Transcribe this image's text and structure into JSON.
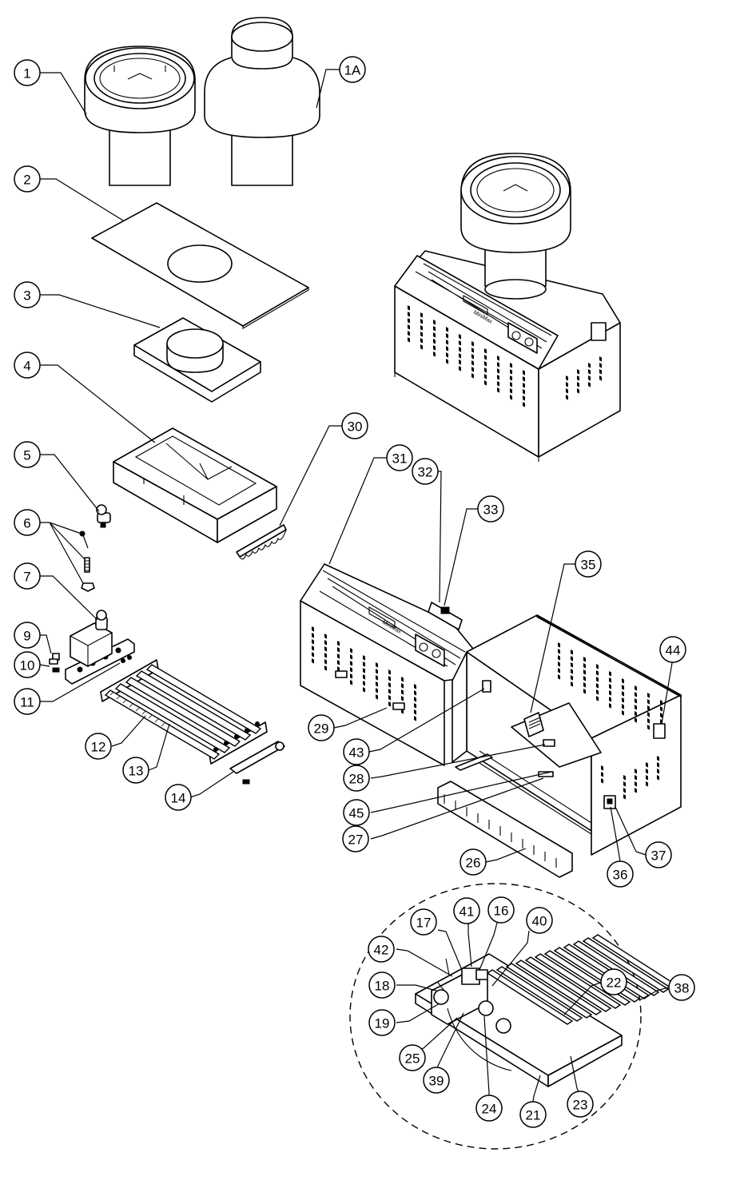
{
  "callouts": [
    {
      "id": "c1",
      "label": "1"
    },
    {
      "id": "c1a",
      "label": "1A"
    },
    {
      "id": "c2",
      "label": "2"
    },
    {
      "id": "c3",
      "label": "3"
    },
    {
      "id": "c4",
      "label": "4"
    },
    {
      "id": "c5",
      "label": "5"
    },
    {
      "id": "c6",
      "label": "6"
    },
    {
      "id": "c7",
      "label": "7"
    },
    {
      "id": "c9",
      "label": "9"
    },
    {
      "id": "c10",
      "label": "10"
    },
    {
      "id": "c11",
      "label": "11"
    },
    {
      "id": "c12",
      "label": "12"
    },
    {
      "id": "c13",
      "label": "13"
    },
    {
      "id": "c14",
      "label": "14"
    },
    {
      "id": "c16",
      "label": "16"
    },
    {
      "id": "c17",
      "label": "17"
    },
    {
      "id": "c18",
      "label": "18"
    },
    {
      "id": "c19",
      "label": "19"
    },
    {
      "id": "c21",
      "label": "21"
    },
    {
      "id": "c22",
      "label": "22"
    },
    {
      "id": "c23",
      "label": "23"
    },
    {
      "id": "c24",
      "label": "24"
    },
    {
      "id": "c25",
      "label": "25"
    },
    {
      "id": "c26",
      "label": "26"
    },
    {
      "id": "c27",
      "label": "27"
    },
    {
      "id": "c28",
      "label": "28"
    },
    {
      "id": "c29",
      "label": "29"
    },
    {
      "id": "c30",
      "label": "30"
    },
    {
      "id": "c31",
      "label": "31"
    },
    {
      "id": "c32",
      "label": "32"
    },
    {
      "id": "c33",
      "label": "33"
    },
    {
      "id": "c35",
      "label": "35"
    },
    {
      "id": "c36",
      "label": "36"
    },
    {
      "id": "c37",
      "label": "37"
    },
    {
      "id": "c38",
      "label": "38"
    },
    {
      "id": "c39",
      "label": "39"
    },
    {
      "id": "c40",
      "label": "40"
    },
    {
      "id": "c41",
      "label": "41"
    },
    {
      "id": "c42",
      "label": "42"
    },
    {
      "id": "c43",
      "label": "43"
    },
    {
      "id": "c44",
      "label": "44"
    },
    {
      "id": "c45",
      "label": "45"
    }
  ],
  "panel_brand": "MiniMax"
}
